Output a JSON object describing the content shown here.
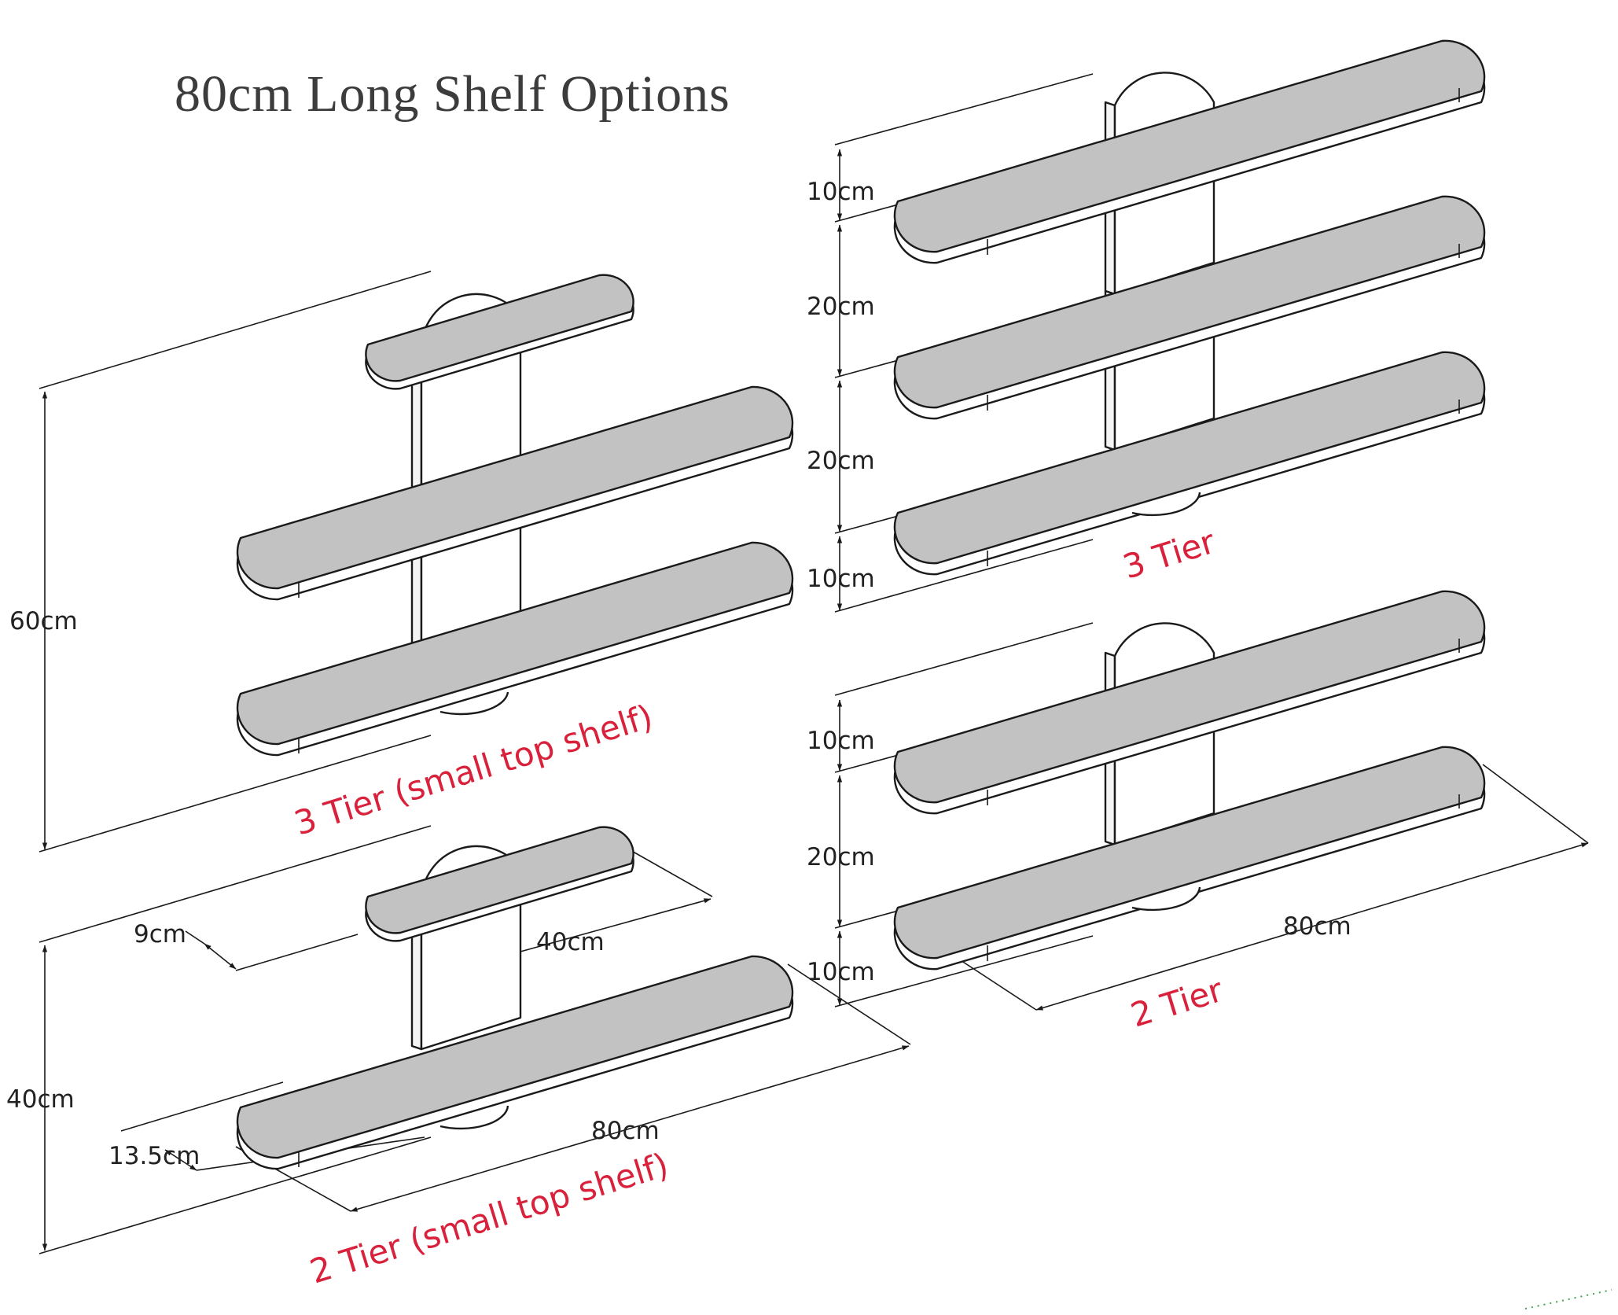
{
  "title": "80cm Long Shelf Options",
  "colors": {
    "caption": "#d9213b",
    "shelf_top": "#c2c2c2",
    "line": "#1a1a1a",
    "title": "#3c3c3c"
  },
  "units": {
    "three_tier_small_top": {
      "caption": "3 Tier (small top shelf)",
      "height": "60cm"
    },
    "two_tier_small_top": {
      "caption": "2 Tier (small top shelf)",
      "height": "40cm",
      "depth_small": "9cm",
      "width_small": "40cm",
      "depth_long": "13.5cm",
      "width_long": "80cm"
    },
    "three_tier": {
      "caption": "3 Tier",
      "gap_top": "10cm",
      "gap_1": "20cm",
      "gap_2": "20cm",
      "gap_bottom": "10cm"
    },
    "two_tier": {
      "caption": "2 Tier",
      "gap_top": "10cm",
      "gap_1": "20cm",
      "gap_bottom": "10cm",
      "width_long": "80cm"
    }
  }
}
